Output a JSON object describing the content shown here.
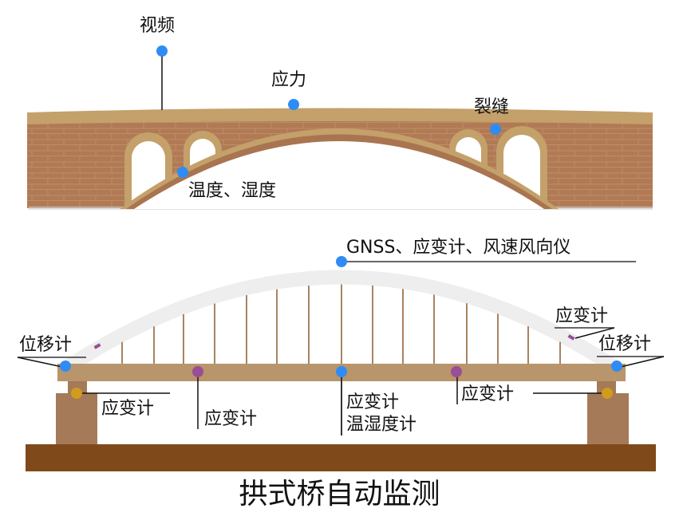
{
  "colors": {
    "sensor_blue": "#2f8cf5",
    "sensor_purple": "#9a4e96",
    "sensor_gold": "#d19c1d",
    "deck": "#b8956a",
    "pier": "#a57a58",
    "ground": "#80491a",
    "arch": "#eeeeee",
    "hanger": "#8a5a2e",
    "stone_brick": "#b07a55",
    "stone_trim": "#c4a06a"
  },
  "stone_bridge": {
    "labels": {
      "video": "视频",
      "stress": "应力",
      "crack": "裂缝",
      "temp_humidity": "温度、湿度"
    }
  },
  "arch_bridge": {
    "labels": {
      "top": "GNSS、应变计、风速风向仪",
      "left_displacement": "位移计",
      "right_displacement": "位移计",
      "right_arch_strain": "应变计",
      "left_pier_strain": "应变计",
      "left_deck_strain": "应变计",
      "center_strain": "应变计",
      "center_temp_hum": "温湿度计",
      "right_deck_strain": "应变计"
    }
  },
  "title": "拱式桥自动监测"
}
